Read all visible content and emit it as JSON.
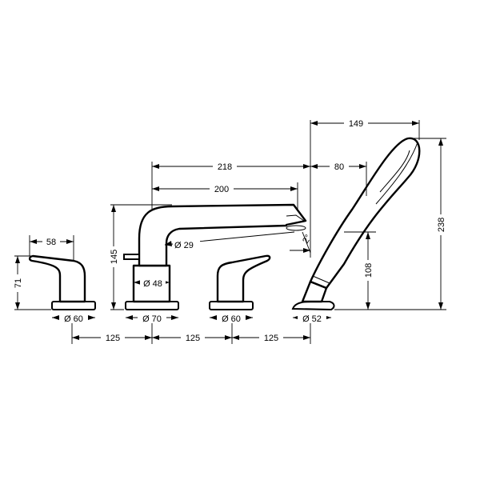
{
  "dimensions": {
    "overall_width": "149",
    "hose_outlet_offset": "80",
    "spout_reach_total": "218",
    "spout_reach": "200",
    "handshower_height": "238",
    "spout_height": "145",
    "holder_height": "108",
    "lever_reach": "58",
    "lever_height": "71",
    "aerator_dia": "Ø 29",
    "body_dia": "Ø 48",
    "rosette_left": "Ø 60",
    "rosette_center": "Ø 70",
    "rosette_right": "Ø 60",
    "rosette_holder": "Ø 52",
    "spacing_1": "125",
    "spacing_2": "125",
    "spacing_3": "125",
    "tilt_angle": "2°"
  }
}
